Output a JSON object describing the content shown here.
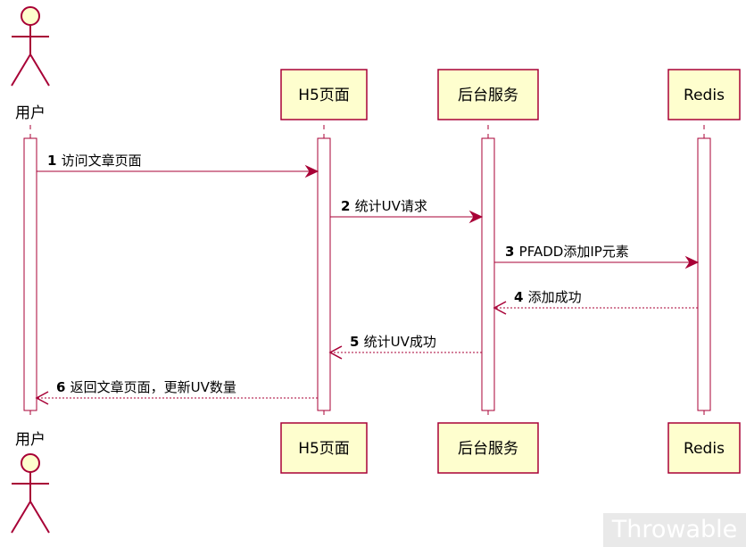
{
  "participants": [
    {
      "key": "user",
      "kind": "actor",
      "label": "用户"
    },
    {
      "key": "h5",
      "kind": "box",
      "label": "H5页面"
    },
    {
      "key": "backend",
      "kind": "box",
      "label": "后台服务"
    },
    {
      "key": "redis",
      "kind": "box",
      "label": "Redis"
    }
  ],
  "messages": [
    {
      "num": "1",
      "text": "访问文章页面",
      "from": "user",
      "to": "h5",
      "type": "sync"
    },
    {
      "num": "2",
      "text": "统计UV请求",
      "from": "h5",
      "to": "backend",
      "type": "sync"
    },
    {
      "num": "3",
      "text": "PFADD添加IP元素",
      "from": "backend",
      "to": "redis",
      "type": "sync"
    },
    {
      "num": "4",
      "text": "添加成功",
      "from": "redis",
      "to": "backend",
      "type": "return"
    },
    {
      "num": "5",
      "text": "统计UV成功",
      "from": "backend",
      "to": "h5",
      "type": "return"
    },
    {
      "num": "6",
      "text": "返回文章页面，更新UV数量",
      "from": "h5",
      "to": "user",
      "type": "return"
    }
  ],
  "watermark": "Throwable",
  "colors": {
    "line": "#a80036",
    "participant_fill": "#fefece",
    "activation_fill": "#ffffff"
  }
}
